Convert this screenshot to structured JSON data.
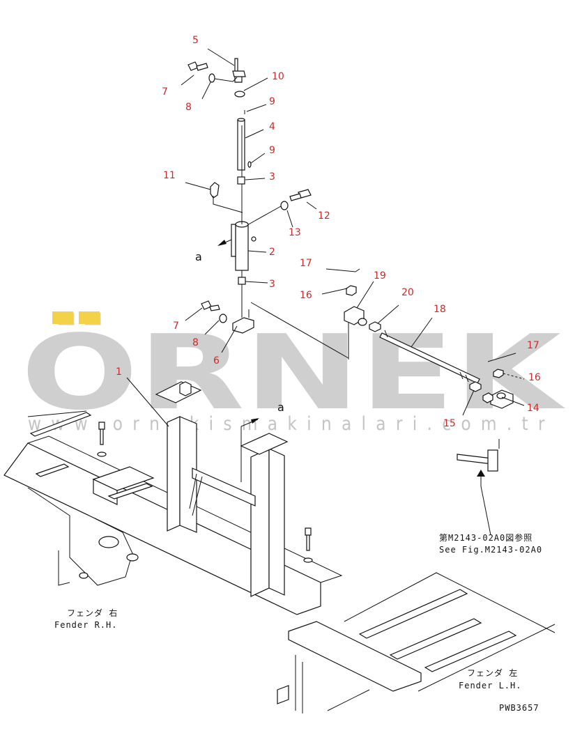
{
  "watermark": {
    "brand": "ÖRNEK",
    "url": "w w w . o r n e k i s m a k i n a l a r i . c o m . t r"
  },
  "part_numbers": {
    "p1": "1",
    "p2": "2",
    "p3a": "3",
    "p3b": "3",
    "p4": "4",
    "p5": "5",
    "p6": "6",
    "p7a": "7",
    "p7b": "7",
    "p8a": "8",
    "p8b": "8",
    "p9a": "9",
    "p9b": "9",
    "p10": "10",
    "p11": "11",
    "p12": "12",
    "p13": "13",
    "p14": "14",
    "p15": "15",
    "p16a": "16",
    "p16b": "16",
    "p17a": "17",
    "p17b": "17",
    "p18": "18",
    "p19": "19",
    "p20": "20"
  },
  "view_marks": {
    "a1": "a",
    "a2": "a"
  },
  "notes": {
    "see_fig_jp": "第M2143-02A0図参照",
    "see_fig_en": "See Fig.M2143-02A0",
    "fender_rh_jp": "フェンダ 右",
    "fender_rh_en": "Fender R.H.",
    "fender_lh_jp": "フェンダ 左",
    "fender_lh_en": "Fender L.H.",
    "drawing_no": "PWB3657"
  },
  "colors": {
    "part_number": "#cc2a2a",
    "line": "#111111",
    "watermark": "#cfcfcf"
  }
}
